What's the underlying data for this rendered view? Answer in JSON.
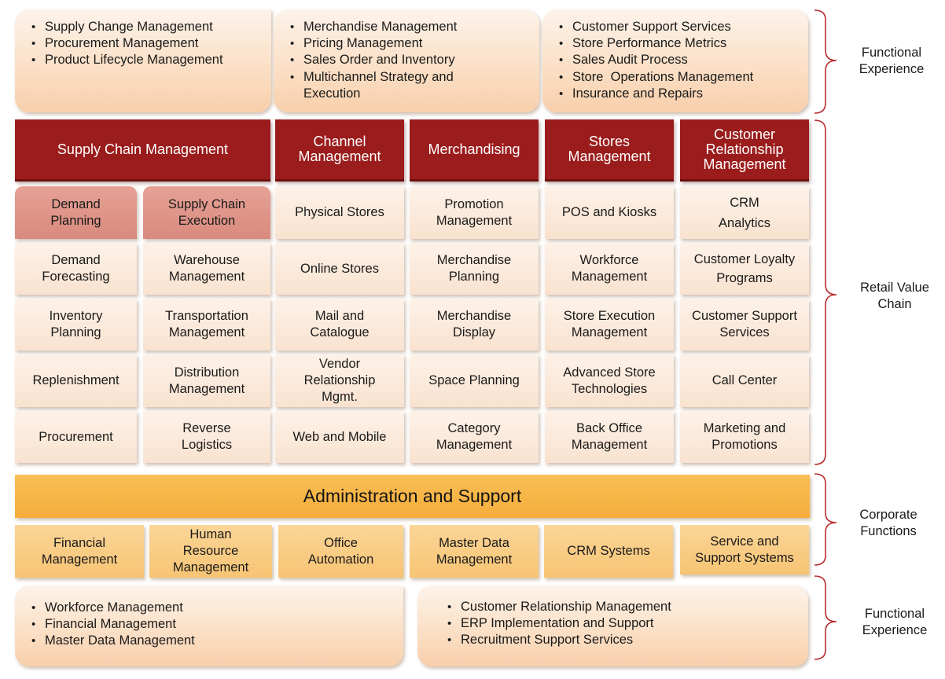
{
  "functional_top": {
    "panel1": [
      "Supply Change Management",
      "Procurement Management",
      "Product Lifecycle Management"
    ],
    "panel2": [
      "Merchandise Management",
      "Pricing Management",
      "Sales Order and Inventory",
      "Multichannel Strategy and Execution"
    ],
    "panel3": [
      "Customer Support Services",
      "Store Performance Metrics",
      "Sales Audit Process",
      "Store  Operations Management",
      "Insurance and Repairs"
    ]
  },
  "headers": {
    "supply_chain": "Supply Chain Management",
    "channel": "Channel Management",
    "merchandising": "Merchandising",
    "stores": "Stores Management",
    "crm": "Customer Relationship Management"
  },
  "grid": {
    "demand_planning": "Demand Planning",
    "supply_chain_execution": "Supply Chain Execution",
    "scm_col1": [
      "Demand Forecasting",
      "Inventory Planning",
      "Replenishment",
      "Procurement"
    ],
    "scm_col2": [
      "Warehouse Management",
      "Transportation Management",
      "Distribution Management",
      "Reverse Logistics"
    ],
    "channel": [
      "Physical Stores",
      "Online Stores",
      "Mail and Catalogue",
      "Vendor Relationship Mgmt.",
      "Web and Mobile"
    ],
    "merchandising": [
      "Promotion Management",
      "Merchandise Planning",
      "Merchandise Display",
      "Space Planning",
      "Category Management"
    ],
    "stores": [
      "POS and Kiosks",
      "Workforce Management",
      "Store Execution Management",
      "Advanced Store Technologies",
      "Back Office Management"
    ],
    "crm": [
      "CRM Analytics",
      "Customer Loyalty Programs",
      "Customer Support Services",
      "Call Center",
      "Marketing and Promotions"
    ]
  },
  "admin": {
    "title": "Administration and Support",
    "cells": [
      "Financial Management",
      "Human Resource Management",
      "Office Automation",
      "Master Data Management",
      "CRM Systems",
      "Service and Support Systems"
    ]
  },
  "functional_bottom": {
    "panel_left": [
      "Workforce Management",
      "Financial Management",
      "Master Data Management"
    ],
    "panel_right": [
      "Customer Relationship Management",
      "ERP Implementation and Support",
      "Recruitment Support Services"
    ]
  },
  "side_labels": {
    "functional_top": "Functional Experience",
    "retail": "Retail Value Chain",
    "corporate": "Corporate Functions",
    "functional_bottom": "Functional Experience"
  }
}
